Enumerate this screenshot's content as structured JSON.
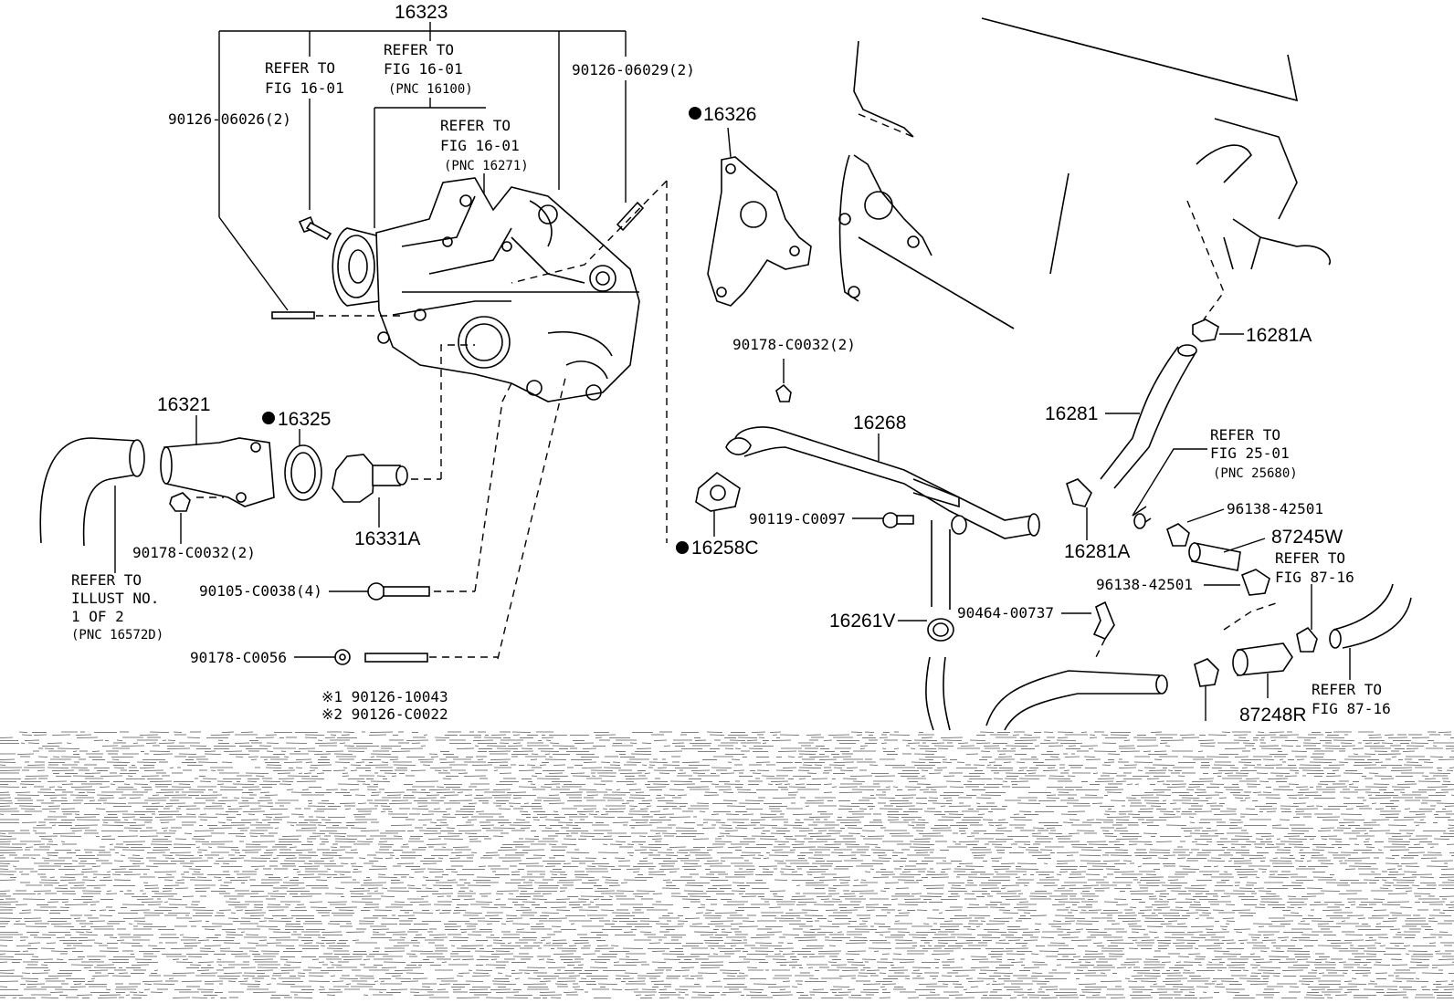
{
  "labels": {
    "p16323": "16323",
    "refer_a1": "REFER TO",
    "refer_a2": "FIG 16-01",
    "refer_b1": "REFER TO",
    "refer_b2": "FIG 16-01",
    "refer_b3": "(PNC 16100)",
    "refer_c1": "REFER TO",
    "refer_c2": "FIG 16-01",
    "refer_c3": "(PNC 16271)",
    "p90126_06026": "90126-06026(2)",
    "p90126_06029": "90126-06029(2)",
    "p16326": "16326",
    "p16321": "16321",
    "p16325": "16325",
    "p16331A": "16331A",
    "p90178_c0032_left": "90178-C0032(2)",
    "refer_d1": "REFER TO",
    "refer_d2": "ILLUST NO.",
    "refer_d3": "1 OF 2",
    "refer_d4": "(PNC 16572D)",
    "p90105": "90105-C0038(4)",
    "p90178_c0056": "90178-C0056",
    "note1": "※1 90126-10043",
    "note2": "※2 90126-C0022",
    "p90178_c0032_mid": "90178-C0032(2)",
    "p16268": "16268",
    "p90119": "90119-C0097",
    "p16258C": "16258C",
    "p16261V": "16261V",
    "p90464": "90464-00737",
    "p16281A_top": "16281A",
    "p16281": "16281",
    "p16281A_mid": "16281A",
    "refer_e1": "REFER TO",
    "refer_e2": "FIG 25-01",
    "refer_e3": "(PNC 25680)",
    "p96138_a": "96138-42501",
    "p87245W": "87245W",
    "refer_f1": "REFER TO",
    "refer_f2": "FIG 87-16",
    "p96138_b": "96138-42501",
    "p87248R": "87248R",
    "refer_g1": "REFER TO",
    "refer_g2": "FIG 87-16"
  }
}
